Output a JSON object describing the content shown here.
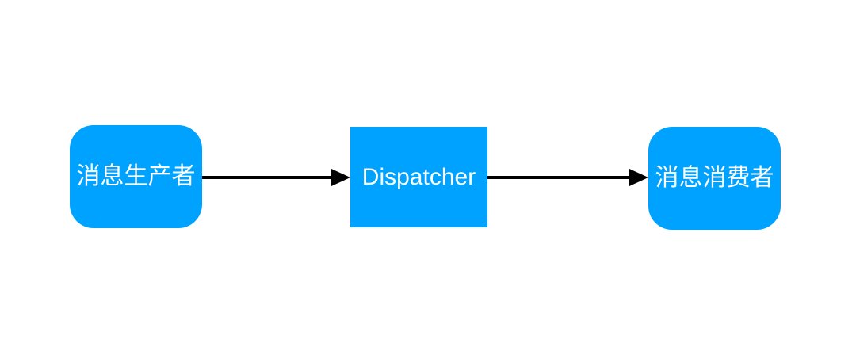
{
  "diagram": {
    "title": "message-dispatch-flow",
    "colors": {
      "background": "#ffffff",
      "node_fill": "#00a2ff",
      "node_text": "#ffffff",
      "arrow": "#000000"
    },
    "nodes": [
      {
        "id": "producer",
        "label": "消息生产者",
        "shape": "rounded-rect"
      },
      {
        "id": "dispatcher",
        "label": "Dispatcher",
        "shape": "rect"
      },
      {
        "id": "consumer",
        "label": "消息消费者",
        "shape": "rounded-rect"
      }
    ],
    "connections": [
      {
        "from": "producer",
        "to": "dispatcher",
        "style": "solid-arrow"
      },
      {
        "from": "dispatcher",
        "to": "consumer",
        "style": "solid-arrow"
      }
    ]
  }
}
